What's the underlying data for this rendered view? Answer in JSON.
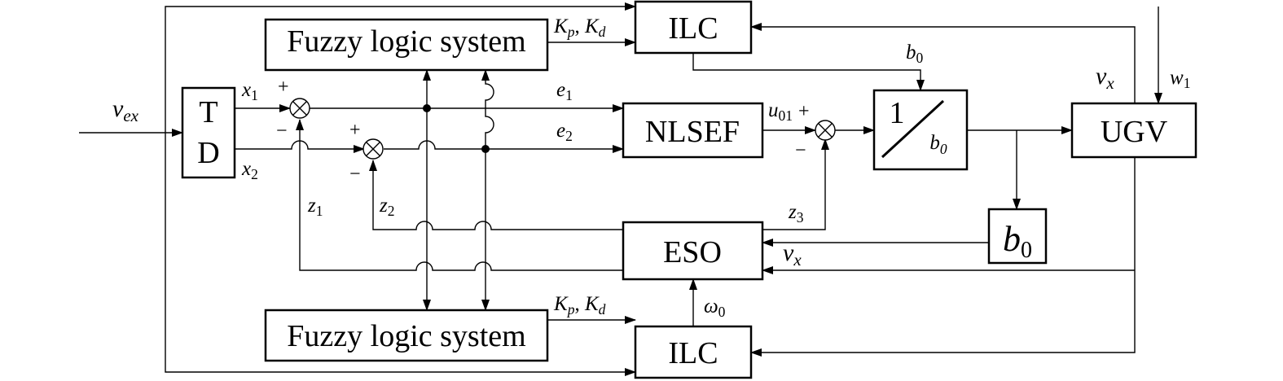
{
  "blocks": {
    "td_top": "T",
    "td_bottom": "D",
    "fuzzy_top": "Fuzzy logic system",
    "fuzzy_bottom": "Fuzzy logic system",
    "ilc_top": "ILC",
    "ilc_bottom": "ILC",
    "nlsef": "NLSEF",
    "eso": "ESO",
    "ugv": "UGV",
    "gain_num": "1",
    "gain_den": "b",
    "gain_den_sub": "0",
    "b0_box": "b",
    "b0_box_sub": "0"
  },
  "signals": {
    "v_ex": {
      "base": "v",
      "sub": "ex"
    },
    "x1": {
      "base": "x",
      "sub": "1"
    },
    "x2": {
      "base": "x",
      "sub": "2"
    },
    "e1": {
      "base": "e",
      "sub": "1"
    },
    "e2": {
      "base": "e",
      "sub": "2"
    },
    "z1": {
      "base": "z",
      "sub": "1"
    },
    "z2": {
      "base": "z",
      "sub": "2"
    },
    "z3": {
      "base": "z",
      "sub": "3"
    },
    "u01": {
      "base": "u",
      "sub": "01"
    },
    "b0_top": {
      "base": "b",
      "sub": "0"
    },
    "vx_top": {
      "base": "v",
      "sub": "x"
    },
    "vx_eso": {
      "base": "v",
      "sub": "x"
    },
    "w1": {
      "base": "w",
      "sub": "1"
    },
    "omega0": {
      "base": "ω",
      "sub": "0"
    },
    "kpkd_top": {
      "a": "K",
      "a_sub": "p",
      "sep": ", ",
      "b": "K",
      "b_sub": "d"
    },
    "kpkd_bottom": {
      "a": "K",
      "a_sub": "p",
      "sep": ", ",
      "b": "K",
      "b_sub": "d"
    }
  },
  "signs": {
    "s1_plus": "+",
    "s1_minus": "−",
    "s2_plus": "+",
    "s2_minus": "−",
    "s3_plus": "+",
    "s3_minus": "−"
  }
}
